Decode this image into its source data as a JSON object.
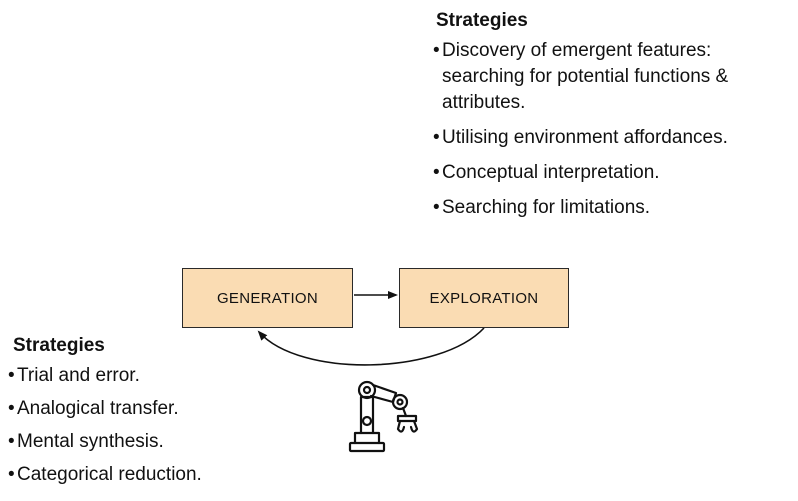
{
  "top_strategies": {
    "title": "Strategies",
    "items": [
      "Discovery of emergent features: searching for potential functions & attributes.",
      "Utilising environment affordances.",
      "Conceptual interpretation.",
      "Searching for limitations."
    ]
  },
  "bottom_strategies": {
    "title": "Strategies",
    "items": [
      "Trial and error.",
      "Analogical transfer.",
      "Mental synthesis.",
      "Categorical reduction."
    ]
  },
  "boxes": {
    "generation": "GENERATION",
    "exploration": "EXPLORATION"
  },
  "colors": {
    "box_fill": "#fadcb3",
    "box_border": "#2a2a2a",
    "text": "#111111"
  },
  "icons": {
    "robot": "robot-arm-icon"
  }
}
